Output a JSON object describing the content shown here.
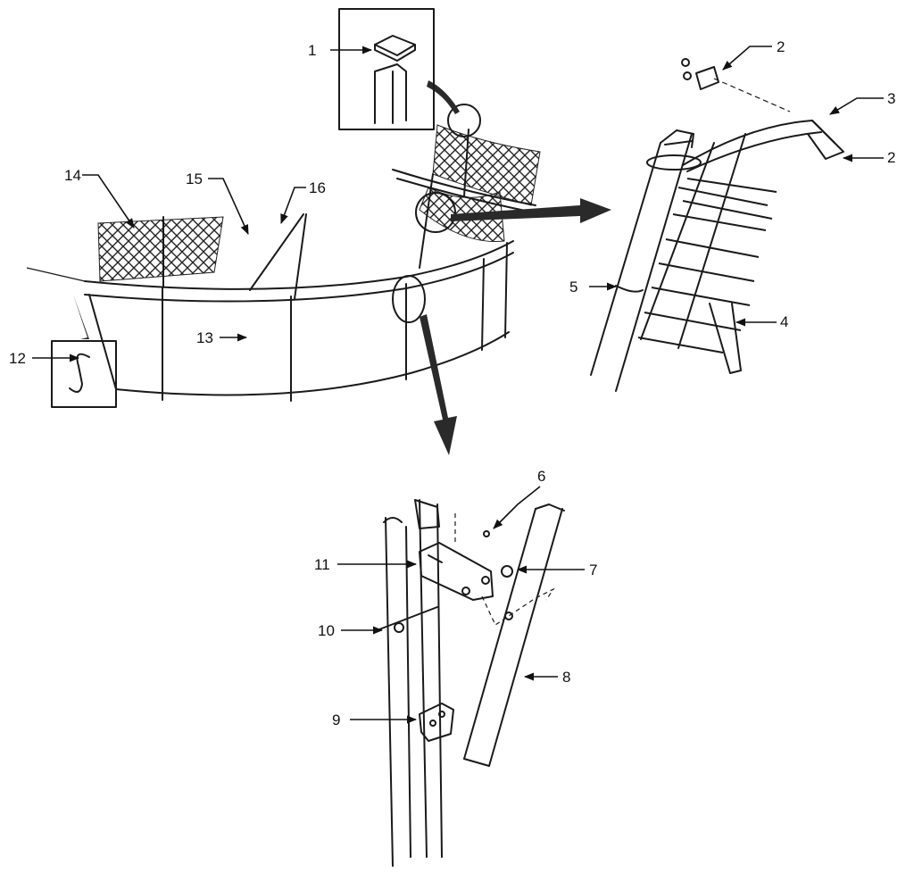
{
  "callouts": [
    {
      "id": "1",
      "text": "1"
    },
    {
      "id": "2a",
      "text": "2"
    },
    {
      "id": "2b",
      "text": "2"
    },
    {
      "id": "3",
      "text": "3"
    },
    {
      "id": "4",
      "text": "4"
    },
    {
      "id": "5",
      "text": "5"
    },
    {
      "id": "6",
      "text": "6"
    },
    {
      "id": "7",
      "text": "7"
    },
    {
      "id": "8",
      "text": "8"
    },
    {
      "id": "9",
      "text": "9"
    },
    {
      "id": "10",
      "text": "10"
    },
    {
      "id": "11",
      "text": "11"
    },
    {
      "id": "12",
      "text": "12"
    },
    {
      "id": "13",
      "text": "13"
    },
    {
      "id": "14",
      "text": "14"
    },
    {
      "id": "15",
      "text": "15"
    },
    {
      "id": "16",
      "text": "16"
    }
  ]
}
